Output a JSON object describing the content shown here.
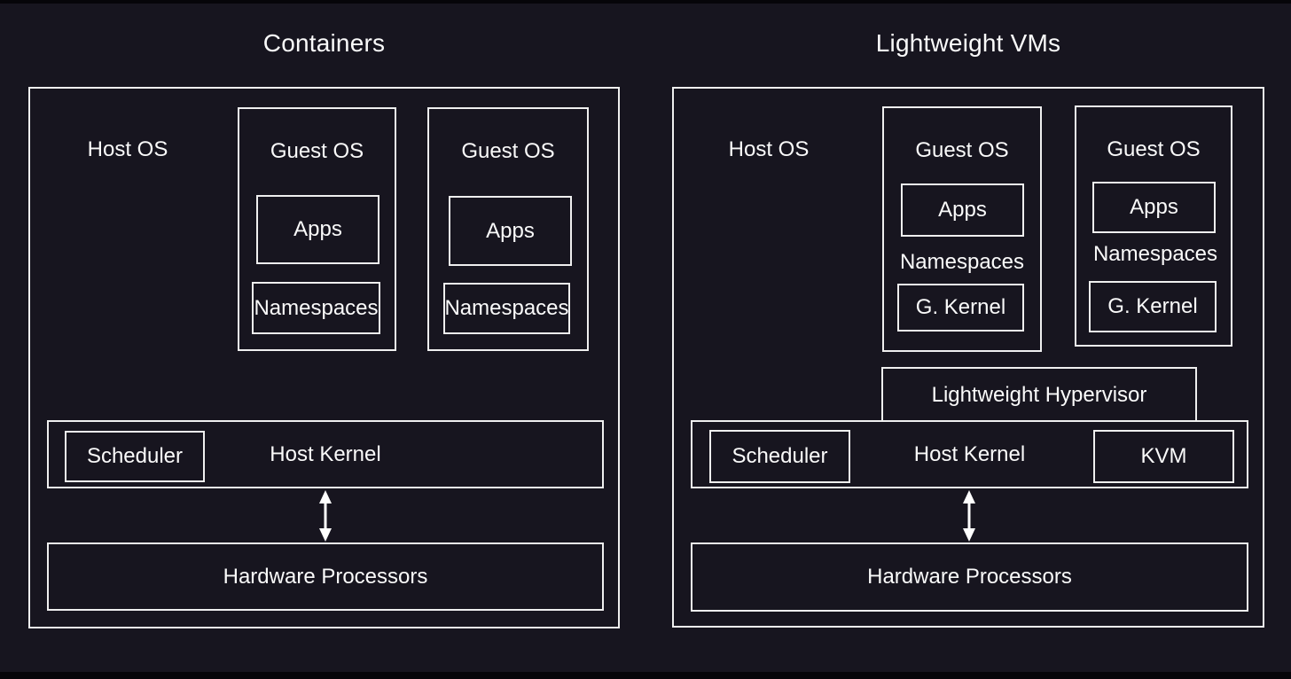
{
  "colors": {
    "background": "#17151f",
    "border": "#efefef",
    "text": "#fafafa"
  },
  "panels": [
    {
      "id": "containers",
      "title": "Containers",
      "host_os_label": "Host OS",
      "guests": [
        {
          "label": "Guest OS",
          "apps": "Apps",
          "namespaces": "Namespaces"
        },
        {
          "label": "Guest OS",
          "apps": "Apps",
          "namespaces": "Namespaces"
        }
      ],
      "kernel": {
        "label": "Host Kernel",
        "scheduler": "Scheduler"
      },
      "hardware": "Hardware Processors"
    },
    {
      "id": "lightweight-vms",
      "title": "Lightweight VMs",
      "host_os_label": "Host OS",
      "guests": [
        {
          "label": "Guest OS",
          "apps": "Apps",
          "namespaces": "Namespaces",
          "g_kernel": "G. Kernel"
        },
        {
          "label": "Guest OS",
          "apps": "Apps",
          "namespaces": "Namespaces",
          "g_kernel": "G. Kernel"
        }
      ],
      "hypervisor": "Lightweight Hypervisor",
      "kernel": {
        "label": "Host Kernel",
        "scheduler": "Scheduler",
        "kvm": "KVM"
      },
      "hardware": "Hardware Processors"
    }
  ],
  "icons": {
    "double_arrow": "bidirectional vertical arrow between kernel and hardware"
  }
}
